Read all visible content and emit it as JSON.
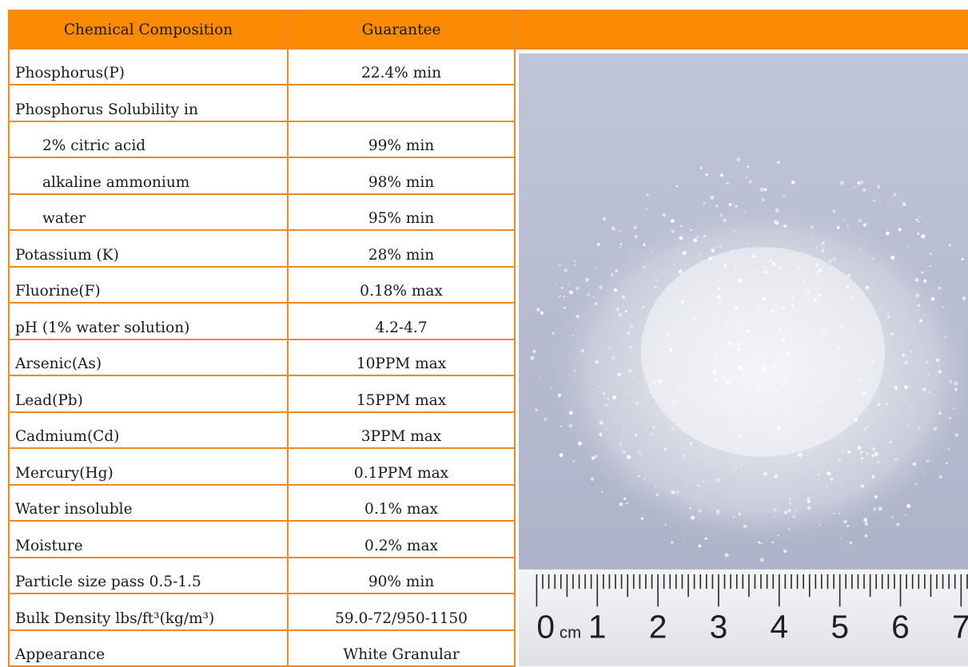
{
  "table": {
    "headers": {
      "composition": "Chemical Composition",
      "guarantee": "Guarantee"
    },
    "rows": [
      {
        "composition": "Phosphorus(P)",
        "guarantee": "22.4% min"
      },
      {
        "composition": "Phosphorus Solubility in",
        "guarantee": ""
      },
      {
        "composition": "2% citric acid",
        "guarantee": "99% min"
      },
      {
        "composition": "alkaline ammonium",
        "guarantee": "98% min"
      },
      {
        "composition": "water",
        "guarantee": "95% min"
      },
      {
        "composition": "Potassium (K)",
        "guarantee": "28% min"
      },
      {
        "composition": "Fluorine(F)",
        "guarantee": "0.18% max"
      },
      {
        "composition": "pH (1% water solution)",
        "guarantee": "4.2-4.7"
      },
      {
        "composition": "Arsenic(As)",
        "guarantee": "10PPM max"
      },
      {
        "composition": "Lead(Pb)",
        "guarantee": "15PPM max"
      },
      {
        "composition": "Cadmium(Cd)",
        "guarantee": "3PPM max"
      },
      {
        "composition": "Mercury(Hg)",
        "guarantee": "0.1PPM max"
      },
      {
        "composition": "Water insoluble",
        "guarantee": "0.1% max"
      },
      {
        "composition": "Moisture",
        "guarantee": "0.2% max"
      },
      {
        "composition": "Particle size pass 0.5-1.5",
        "guarantee": "90% min"
      },
      {
        "composition": "Bulk Density lbs/ft³(kg/m³)",
        "guarantee": "59.0-72/950-1150"
      },
      {
        "composition": "Appearance",
        "guarantee": "White Granular"
      }
    ]
  },
  "photo": {
    "ruler_unit": "cm",
    "ruler_numbers": [
      "0",
      "1",
      "2",
      "3",
      "4",
      "5",
      "6",
      "7"
    ]
  },
  "colors": {
    "header_fill": "#fd8a03",
    "border": "#ef8a22",
    "photo_background": "#b6bcd2"
  }
}
